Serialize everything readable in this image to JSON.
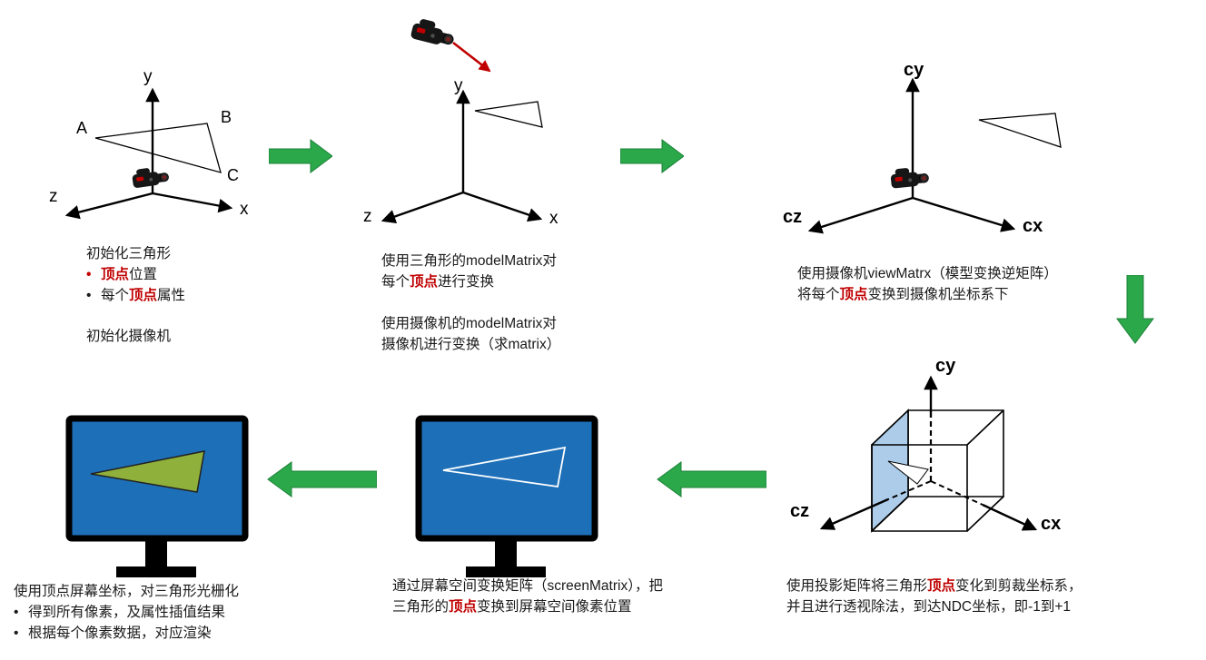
{
  "ui": {
    "bullet": "•"
  },
  "colors": {
    "arrow_green": "#2ba84a",
    "arrow_green_edge": "#1d8038",
    "screen_blue": "#1d6fb8",
    "raster_triangle_green": "#8fb03a",
    "clip_face_blue": "#9dc3e6",
    "highlight_red": "#c00000"
  },
  "axes": {
    "world": {
      "x": "x",
      "y": "y",
      "z": "z",
      "a": "A",
      "b": "B",
      "c": "C"
    },
    "model": {
      "x": "x",
      "y": "y",
      "z": "z"
    },
    "camera": {
      "x": "cx",
      "y": "cy",
      "z": "cz"
    },
    "ndc": {
      "x": "cx",
      "y": "cy",
      "z": "cz"
    }
  },
  "steps": {
    "init": {
      "title": "初始化三角形",
      "bullet1_red": "顶点",
      "bullet1_post": "位置",
      "bullet2_pre": "每个",
      "bullet2_red": "顶点",
      "bullet2_post": "属性",
      "footer": "初始化摄像机"
    },
    "model": {
      "line1": "使用三角形的modelMatrix对",
      "line2_pre": "每个",
      "line2_red": "顶点",
      "line2_post": "进行变换",
      "line3": "使用摄像机的modelMatrix对",
      "line4": "摄像机进行变换（求matrix）"
    },
    "view": {
      "line1": "使用摄像机viewMatrx（模型变换逆矩阵）",
      "line2_pre": "将每个",
      "line2_red": "顶点",
      "line2_post": "变换到摄像机坐标系下"
    },
    "projection": {
      "line1_pre": "使用投影矩阵将三角形",
      "line1_red": "顶点",
      "line1_post": "变化到剪裁坐标系，",
      "line2": "并且进行透视除法，到达NDC坐标，即-1到+1"
    },
    "screen": {
      "line1": "通过屏幕空间变换矩阵（screenMatrix），把",
      "line2_pre": "三角形的",
      "line2_red": "顶点",
      "line2_post": "变换到屏幕空间像素位置"
    },
    "raster": {
      "title": "使用顶点屏幕坐标，对三角形光栅化",
      "bullet1": "得到所有像素，及属性插值结果",
      "bullet2": "根据每个像素数据，对应渲染"
    }
  }
}
